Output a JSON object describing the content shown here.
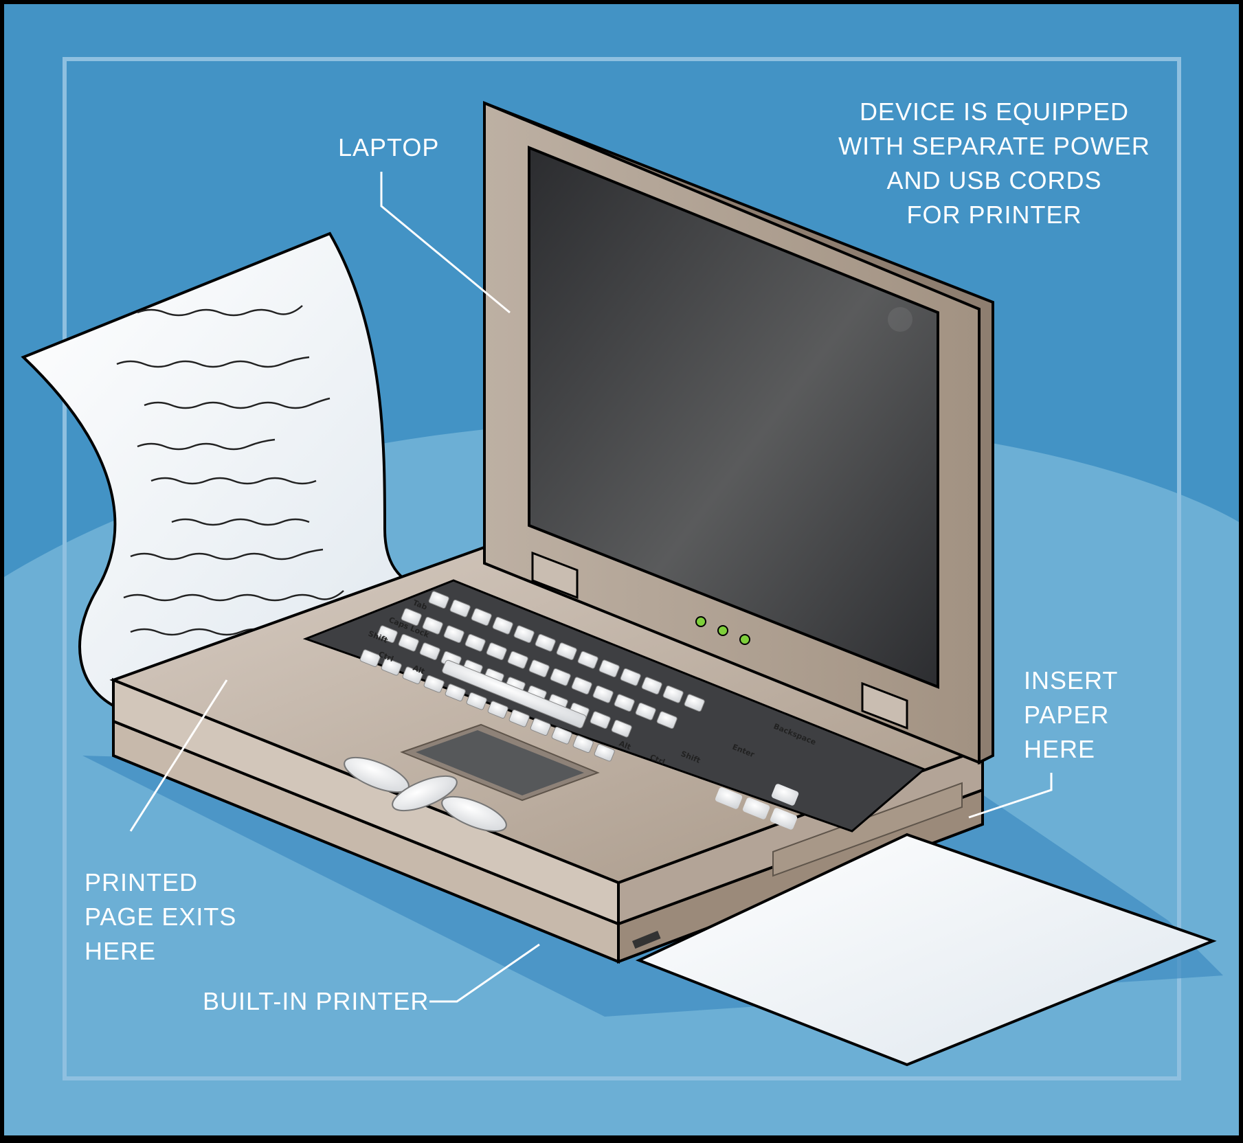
{
  "labels": {
    "laptop": "LAPTOP",
    "device_note": [
      "DEVICE IS EQUIPPED",
      "WITH SEPARATE POWER",
      "AND USB CORDS",
      "FOR PRINTER"
    ],
    "insert_paper": [
      "INSERT",
      "PAPER",
      "HERE"
    ],
    "printed_page": [
      "PRINTED",
      "PAGE EXITS",
      "HERE"
    ],
    "built_in_printer": "BUILT-IN PRINTER"
  },
  "keys": {
    "tab": "Tab",
    "caps": "Caps Lock",
    "shift_left": "Shift",
    "ctrl_left": "Ctrl",
    "alt_left": "Alt",
    "backspace": "Backspace",
    "enter": "Enter",
    "shift_right": "Shift",
    "alt_right": "Alt",
    "ctrl_right": "Ctrl"
  },
  "colors": {
    "background": "#4393c5",
    "floor": "#6cafd5",
    "frame": "#8fc0e0",
    "laptop_body": "#b9aa9c",
    "screen": "#3a3b3d",
    "keyboard_well": "#3e3f42",
    "led": "#7ecf3b",
    "paper": "#ffffff"
  }
}
